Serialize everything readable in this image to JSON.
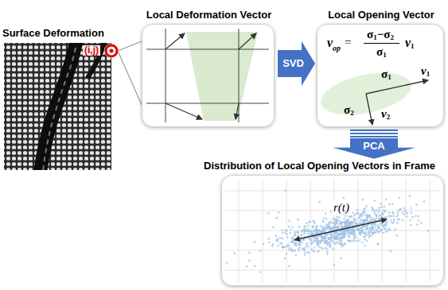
{
  "diagram": {
    "nodes": [
      {
        "text": [
          "Surface Deformation"
        ]
      },
      {
        "text": [
          "Local Deformation Vector"
        ]
      },
      {
        "text": [
          "Local Opening Vector"
        ]
      },
      {
        "text": [
          "Distribution of Local Opening Vectors in Frame"
        ]
      }
    ],
    "edges": [
      {
        "from": 0,
        "to": 1,
        "arrow": "none"
      },
      {
        "from": 1,
        "to": 2,
        "label": "SVD",
        "arrow": "to"
      },
      {
        "from": 2,
        "to": 3,
        "label": "PCA",
        "arrow": "to"
      }
    ],
    "labels": [
      "(i,j)",
      "v",
      "op",
      "=",
      "σ",
      "1",
      "−σ",
      "2",
      "σ",
      "1",
      "v",
      "1",
      "σ",
      "1",
      "v",
      "1",
      "σ",
      "2",
      "v",
      "2",
      "r(t)"
    ]
  }
}
